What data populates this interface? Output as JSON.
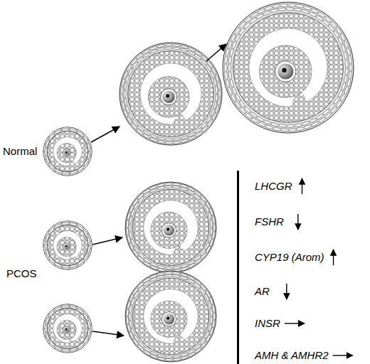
{
  "diagram": {
    "labels": [
      "Normal",
      "PCOS",
      "LHCGR",
      "FSHR",
      "CYP19 (Arom)",
      "AR",
      "INSR",
      "AMH & AMHR2"
    ]
  }
}
